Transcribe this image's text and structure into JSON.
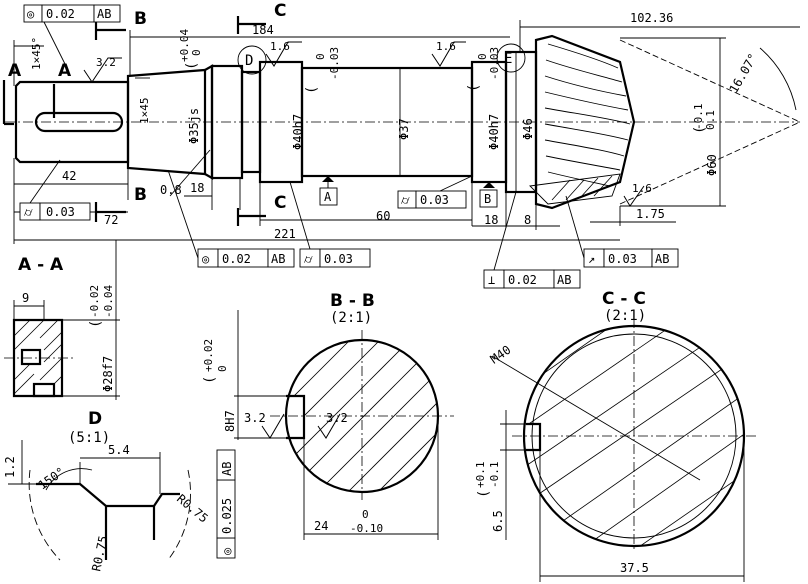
{
  "dimensions": {
    "d_102_36": "102.36",
    "d_184": "184",
    "d_1x45_top": "1×45°",
    "d_3_2": "3.2",
    "d_1_6_a": "1.6",
    "d_1_6_b": "1.6",
    "d_1_6_c": "1.6",
    "d_1x45_side": "1×45",
    "d_phi35js": "Φ35js",
    "d_phi40h7_a": "Φ40h7",
    "d_phi37": "Φ37",
    "d_phi40h7_b": "Φ40h7",
    "d_phi46": "Φ46",
    "d_phi60": "Φ60",
    "d_16deg": "16.07°",
    "d_42": "42",
    "d_0_8": "0.8",
    "d_18_a": "18",
    "d_72": "72",
    "d_60": "60",
    "d_18_b": "18",
    "d_8": "8",
    "d_1_75": "1.75",
    "d_221": "221",
    "d_9": "9",
    "d_phi28f7": "Φ28f7",
    "d_5_4": "5.4",
    "d_1_2": "1.2",
    "d_150deg": "150°",
    "d_r075_a": "R0.75",
    "d_r075_b": "R0.75",
    "d_8H7": "8H7",
    "d_3_2_b": "3.2",
    "d_3_2_c": "3.2",
    "d_24": "24",
    "d_m40": "M40",
    "d_6_5": "6.5",
    "d_37_5": "37.5"
  },
  "tolerances": {
    "t_top1_up": "+0.04",
    "t_top1_dn": "0",
    "t_h7a_up": "0",
    "t_h7a_dn": "-0.03",
    "t_h7b_up": "0",
    "t_h7b_dn": "-0.03",
    "t_phi60_up": "-0.1",
    "t_phi60_dn": "0.1",
    "t_f7_up": "-0.02",
    "t_f7_dn": "-0.04",
    "t_8H7_up": "+0.02",
    "t_8H7_dn": "0",
    "t_24_up": "0",
    "t_24_dn": "-0.10",
    "t_65_up": "+0.1",
    "t_65_dn": "-0.1"
  },
  "feature_control_frames": {
    "fcf_top": {
      "sym": "◎",
      "val": "0.02",
      "ref": "AB"
    },
    "fcf_left": {
      "sym": "⌭",
      "val": "0.03"
    },
    "fcf_mid": {
      "sym": "⌭",
      "val": "0.03"
    },
    "fcf_bot1": {
      "sym": "◎",
      "val": "0.02",
      "ref": "AB"
    },
    "fcf_bot2": {
      "sym": "⌭",
      "val": "0.03"
    },
    "fcf_perp": {
      "sym": "⊥",
      "val": "0.02",
      "ref": "AB"
    },
    "fcf_runout": {
      "sym": "↗",
      "val": "0.03",
      "ref": "AB"
    },
    "fcf_vert": {
      "sym": "◎",
      "val": "0.025",
      "ref": "AB"
    }
  },
  "datums": {
    "a": "A",
    "b": "B"
  },
  "section_marks": {
    "a_left": "A",
    "a_right": "A",
    "b_top": "B",
    "b_bot": "B",
    "c_top": "C",
    "c_bot": "C"
  },
  "details": {
    "d_mark": "D",
    "e_mark": "E"
  },
  "views": {
    "aa_title": "A - A",
    "bb_title": "B - B",
    "bb_scale": "(2:1)",
    "cc_title": "C - C",
    "cc_scale": "(2:1)",
    "d_title": "D",
    "d_scale": "(5:1)"
  }
}
